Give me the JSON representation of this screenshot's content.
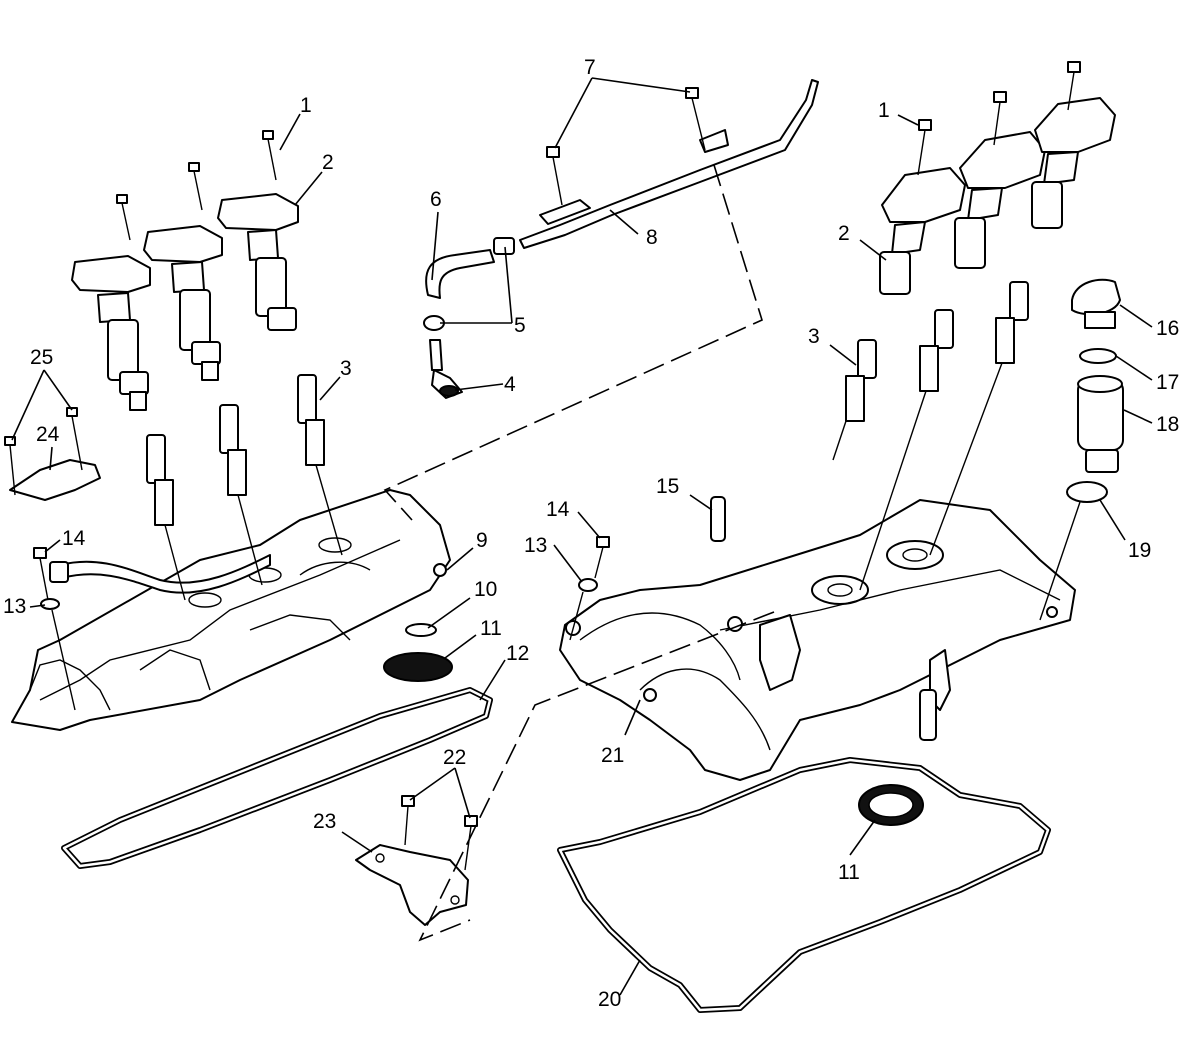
{
  "callouts": [
    {
      "id": "c1a",
      "text": "1"
    },
    {
      "id": "c2a",
      "text": "2"
    },
    {
      "id": "c3a",
      "text": "3"
    },
    {
      "id": "c4",
      "text": "4"
    },
    {
      "id": "c5",
      "text": "5"
    },
    {
      "id": "c6",
      "text": "6"
    },
    {
      "id": "c7",
      "text": "7"
    },
    {
      "id": "c8",
      "text": "8"
    },
    {
      "id": "c9",
      "text": "9"
    },
    {
      "id": "c10",
      "text": "10"
    },
    {
      "id": "c11a",
      "text": "11"
    },
    {
      "id": "c12",
      "text": "12"
    },
    {
      "id": "c13a",
      "text": "13"
    },
    {
      "id": "c14a",
      "text": "14"
    },
    {
      "id": "c24",
      "text": "24"
    },
    {
      "id": "c25",
      "text": "25"
    },
    {
      "id": "c1b",
      "text": "1"
    },
    {
      "id": "c2b",
      "text": "2"
    },
    {
      "id": "c3b",
      "text": "3"
    },
    {
      "id": "c13b",
      "text": "13"
    },
    {
      "id": "c14b",
      "text": "14"
    },
    {
      "id": "c15",
      "text": "15"
    },
    {
      "id": "c16",
      "text": "16"
    },
    {
      "id": "c17",
      "text": "17"
    },
    {
      "id": "c18",
      "text": "18"
    },
    {
      "id": "c19",
      "text": "19"
    },
    {
      "id": "c20",
      "text": "20"
    },
    {
      "id": "c21",
      "text": "21"
    },
    {
      "id": "c22",
      "text": "22"
    },
    {
      "id": "c23",
      "text": "23"
    },
    {
      "id": "c11b",
      "text": "11"
    }
  ]
}
